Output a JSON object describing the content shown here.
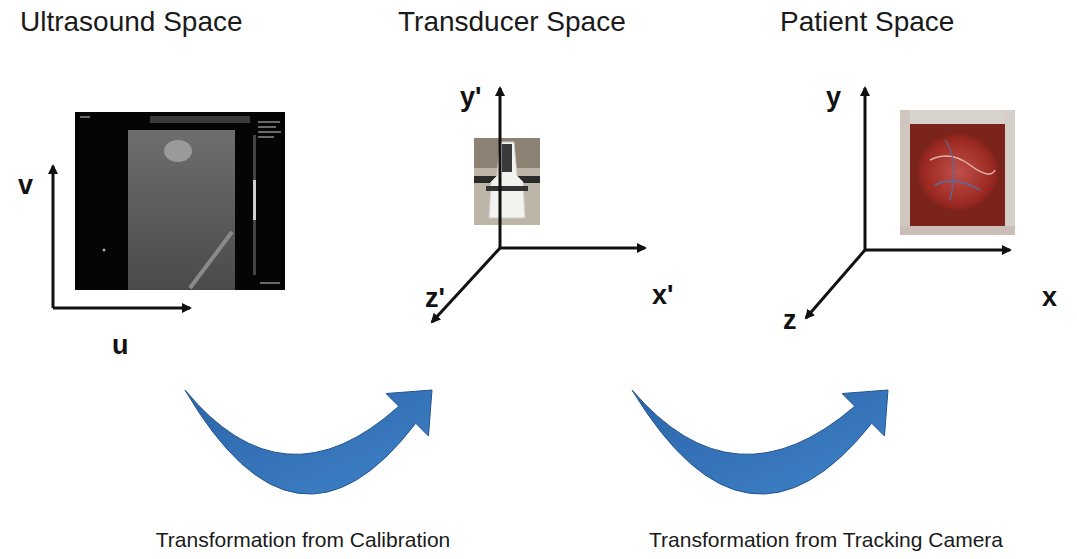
{
  "diagram": {
    "nodes": [
      {
        "text": [
          "Ultrasound Space",
          "v",
          "u"
        ]
      },
      {
        "text": [
          "Transducer Space",
          "y'",
          "z'",
          "x'"
        ]
      },
      {
        "text": [
          "Patient Space",
          "y",
          "z",
          "x"
        ]
      }
    ],
    "edges": [
      {
        "from": 0,
        "to": 1,
        "arrow": "to",
        "label": "Transformation from Calibration"
      },
      {
        "from": 1,
        "to": 2,
        "arrow": "to",
        "label": "Transformation from Tracking Camera"
      }
    ]
  }
}
